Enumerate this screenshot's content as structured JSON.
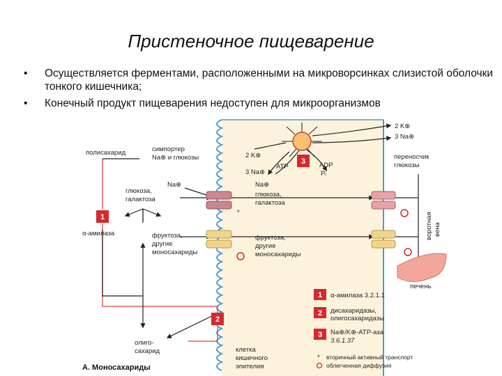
{
  "slide": {
    "title": "Пристеночное пищеварение",
    "bullets": [
      "Осуществляется ферментами, расположенными на микроворсинках слизистой оболочки тонкого кишечника;",
      "Конечный продукт пищеварения недоступен для микроорганизмов"
    ],
    "bullet_symbol": "•"
  },
  "diagram": {
    "polysaccharide": "полисахарид",
    "amylase": "α-амилаза",
    "glucose": "глюкоза,",
    "galactose": "галактоза",
    "fructose": "фруктоза,",
    "other": "другие",
    "mono": "моносахариды",
    "oligo1": "олиго-",
    "oligo2": "сахарид",
    "na_left": "Na⊕",
    "symporter1": "симпортер",
    "symporter2": "Na⊕ и глюкозы",
    "k2_in": "2 K⊕",
    "na3_in": "3 Na⊕",
    "na_in": "Na⊕",
    "glucose_in": "глюкоза,",
    "galactose_in": "галактоза",
    "star": "*",
    "fructose_in": "фруктоза,",
    "other_in": "другие",
    "mono_in": "моносахариды",
    "atp": "ATP",
    "adp": "ADP",
    "pi": "Pᵢ",
    "k2_out": "2 K⊕",
    "na3_out": "3 Na⊕",
    "carrier1": "переносчик",
    "carrier2": "глюкозы",
    "portal1": "воротная",
    "portal2": "вена",
    "liver": "печень",
    "cell1": "клетка",
    "cell2": "кишечного",
    "cell3": "эпителия",
    "caption": "А. Моносахариды",
    "badges": [
      "1",
      "2",
      "3"
    ],
    "legend": [
      {
        "num": "1",
        "text": "α-амилаза 3.2.1.1"
      },
      {
        "num": "2",
        "text1": "дисахаридазы,",
        "text2": "олигосахаридазы"
      },
      {
        "num": "3",
        "text1": "Na⊕/K⊕-АТР-аза",
        "text2": "3.6.1.37"
      }
    ],
    "legend_star": "вторичный активный транспорт",
    "legend_circle": "облегченная диффузия"
  },
  "colors": {
    "cell_fill": "#fdf3dc",
    "villi_stroke": "#4a9bd0",
    "badge_red": "#d6282d",
    "red_frame": "#e0403c",
    "transporter_red": "#d98a90",
    "transporter_pink": "#e8a2a7",
    "transporter_yellow": "#f0d58a",
    "liver": "#f2a79a"
  }
}
